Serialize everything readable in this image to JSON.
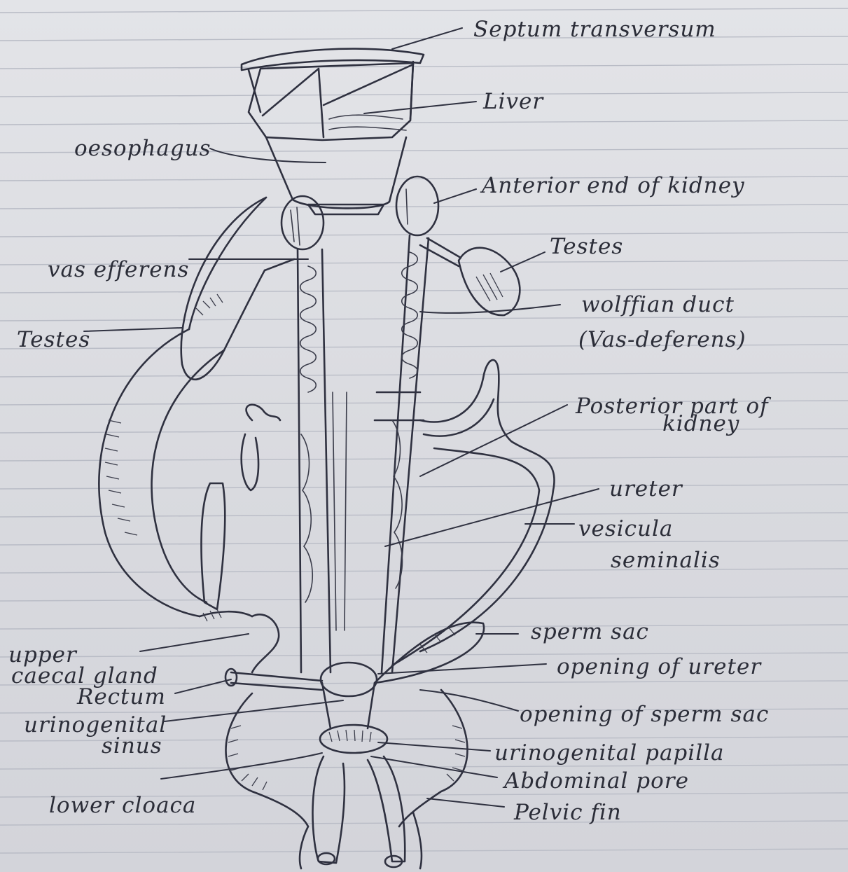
{
  "heading_fragment": "",
  "labels": {
    "septum": "Septum transversum",
    "liver": "Liver",
    "oesophagus": "oesophagus",
    "anterior_kidney": "Anterior end of kidney",
    "testes_right": "Testes",
    "vas_efferens": "vas efferens",
    "testes_left": "Testes",
    "wolffian_duct_1": "wolffian duct",
    "wolffian_duct_2": "(Vas-deferens)",
    "posterior_kidney_1": "Posterior part of",
    "posterior_kidney_2": "kidney",
    "ureter": "ureter",
    "vesicula_1": "vesicula",
    "vesicula_2": "seminalis",
    "sperm_sac": "sperm sac",
    "opening_ureter": "opening of ureter",
    "opening_sperm_sac": "opening of sperm sac",
    "upper_1": "upper",
    "upper_2": "caecal gland",
    "rectum": "Rectum",
    "urinogenital_1": "urinogenital",
    "urinogenital_2": "sinus",
    "urinogenital_papilla": "urinogenital papilla",
    "abdominal_pore": "Abdominal pore",
    "pelvic_fin": "Pelvic fin",
    "lower_cloaca": "lower cloaca"
  }
}
